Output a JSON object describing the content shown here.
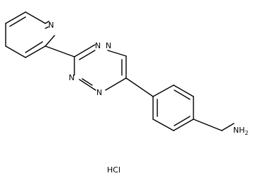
{
  "structure": {
    "atoms": {
      "pyridine_n": "N",
      "tetrazine_n1": "N",
      "tetrazine_n2": "N",
      "tetrazine_n3": "N",
      "tetrazine_n4": "N",
      "amine": "NH",
      "amine_sub": "2"
    },
    "salt": "HCl"
  },
  "colors": {
    "bond": "#000000",
    "text": "#000000",
    "background": "#ffffff"
  }
}
